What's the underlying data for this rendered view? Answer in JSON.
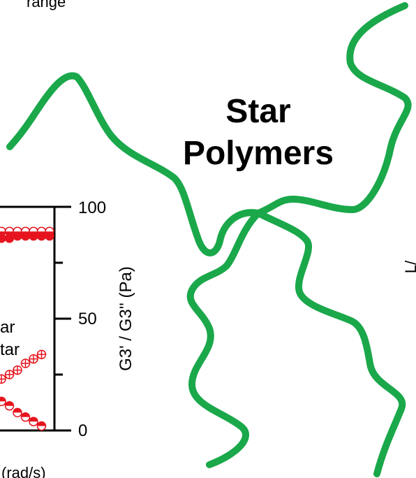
{
  "top_fragment": "range",
  "title": {
    "line1": "Star",
    "line2": "Polymers"
  },
  "right_axis": {
    "label": "G3' / G3'' (Pa)",
    "ticks": [
      "100",
      "50",
      "0"
    ]
  },
  "legend_fragments": [
    "ar",
    "tar"
  ],
  "bottom_fragment": "(rad/s)",
  "right_fragment": "L/",
  "colors": {
    "polymer_arms": "#1aa84a",
    "data_markers": "#e6141e",
    "axis": "#000000"
  },
  "chart_data": {
    "type": "scatter",
    "title": "",
    "xlabel": "",
    "ylabel": "G3' / G3'' (Pa)",
    "ylim": [
      0,
      100
    ],
    "yticks": [
      0,
      50,
      100
    ],
    "series": [
      {
        "marker": "filled-circle",
        "points": [
          [
            1,
            86
          ],
          [
            2,
            86
          ],
          [
            3,
            87
          ],
          [
            4,
            87
          ],
          [
            5,
            87
          ],
          [
            6,
            87
          ],
          [
            7,
            87
          ]
        ]
      },
      {
        "marker": "open-circle",
        "points": [
          [
            1,
            89
          ],
          [
            2,
            89
          ],
          [
            3,
            89
          ],
          [
            4,
            89
          ],
          [
            5,
            89
          ],
          [
            6,
            89
          ],
          [
            7,
            89
          ]
        ]
      },
      {
        "marker": "crossed-circle",
        "points": [
          [
            1,
            23
          ],
          [
            2,
            25
          ],
          [
            3,
            27
          ],
          [
            4,
            30
          ],
          [
            5,
            32
          ],
          [
            6,
            34
          ]
        ]
      },
      {
        "marker": "half-filled-circle",
        "points": [
          [
            1,
            13
          ],
          [
            2,
            11
          ],
          [
            3,
            8
          ],
          [
            4,
            6
          ],
          [
            5,
            4
          ],
          [
            6,
            2
          ]
        ]
      }
    ]
  }
}
